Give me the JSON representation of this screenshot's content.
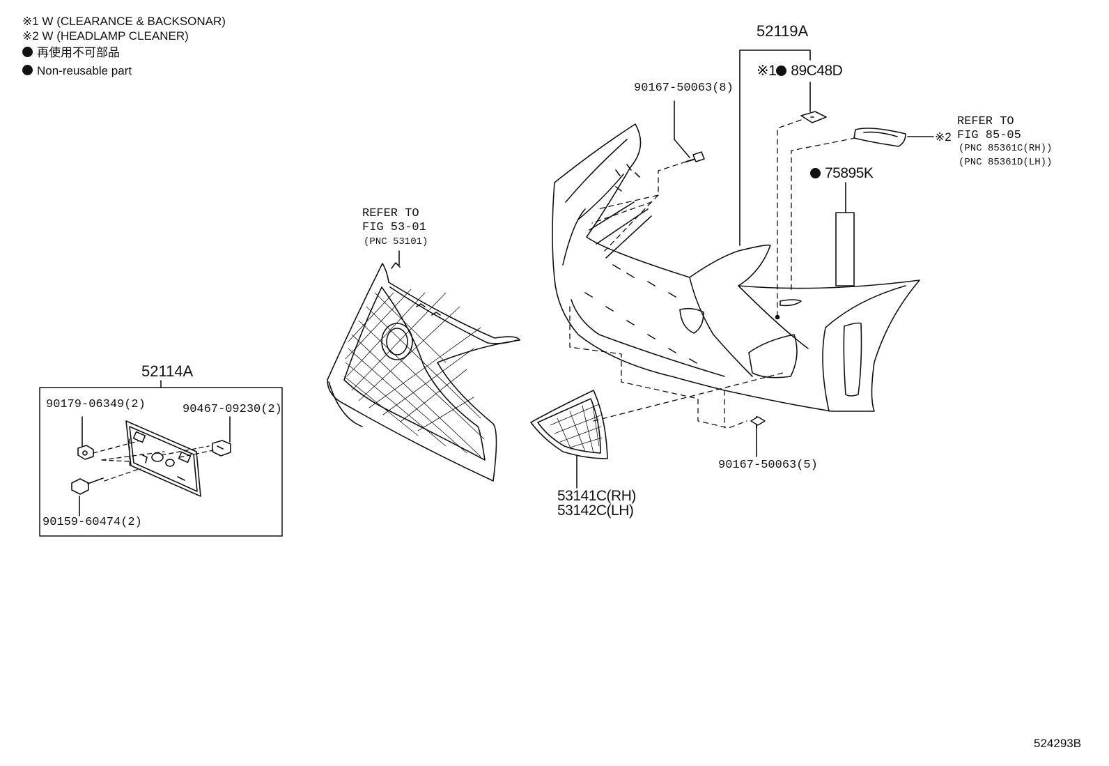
{
  "legend": {
    "note1": "※1 W (CLEARANCE & BACKSONAR)",
    "note2": "※2 W (HEADLAMP CLEANER)",
    "nonreusable_jp": "再使用不可部品",
    "nonreusable_en": "Non-reusable part"
  },
  "bumper": {
    "assembly": "52119A",
    "sensor_prefix": "※1",
    "sensor": "89C48D",
    "tape": "75895K",
    "bolt_upper": "90167-50063(8)",
    "bolt_lower": "90167-50063(5)"
  },
  "headlamp_ref": {
    "prefix": "※2",
    "line1": "REFER TO",
    "line2": "FIG 85-05",
    "line3": "(PNC 85361C(RH))",
    "line4": "(PNC 85361D(LH))"
  },
  "grille_ref": {
    "line1": "REFER TO",
    "line2": "FIG 53-01",
    "line3": "(PNC 53101)"
  },
  "side_grille": {
    "rh": "53141C(RH)",
    "lh": "53142C(LH)"
  },
  "plate_box": {
    "assembly": "52114A",
    "nut": "90179-06349(2)",
    "clip": "90467-09230(2)",
    "screw": "90159-60474(2)"
  },
  "illustration_id": "524293B"
}
